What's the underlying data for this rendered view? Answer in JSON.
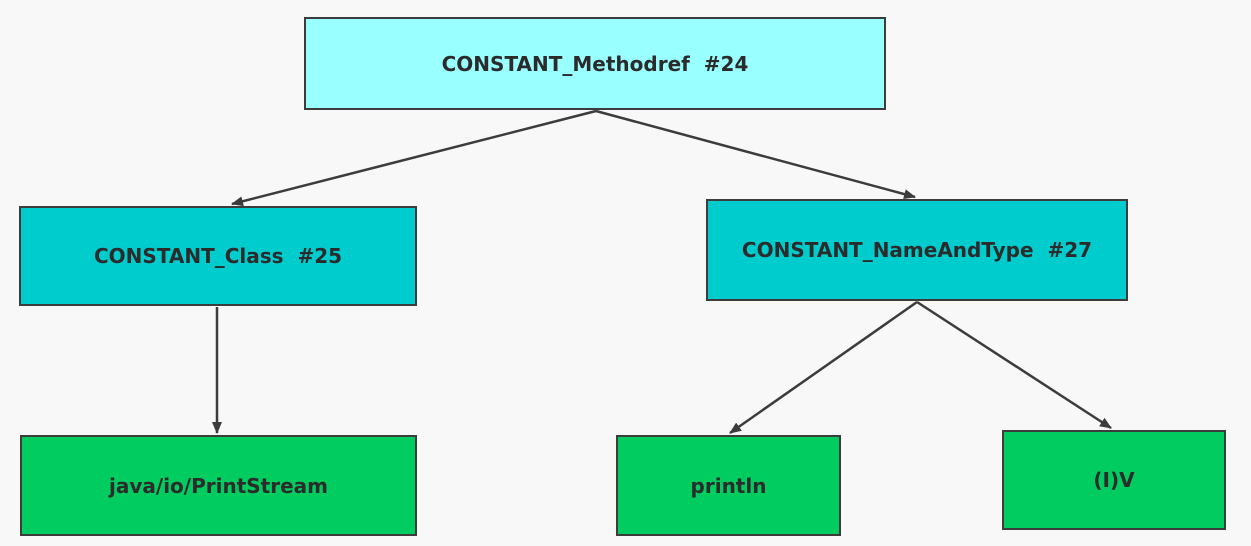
{
  "colors": {
    "level0": "#99ffff",
    "level1": "#00ccce",
    "level2": "#00cc5f",
    "edge": "#3c3c3c"
  },
  "nodes": {
    "root": {
      "label": "CONSTANT_Methodref  #24"
    },
    "class": {
      "label": "CONSTANT_Class  #25"
    },
    "name_and_type": {
      "label": "CONSTANT_NameAndType  #27"
    },
    "class_name": {
      "label": "java/io/PrintStream"
    },
    "method_name": {
      "label": "println"
    },
    "descriptor": {
      "label": "(I)V"
    }
  }
}
